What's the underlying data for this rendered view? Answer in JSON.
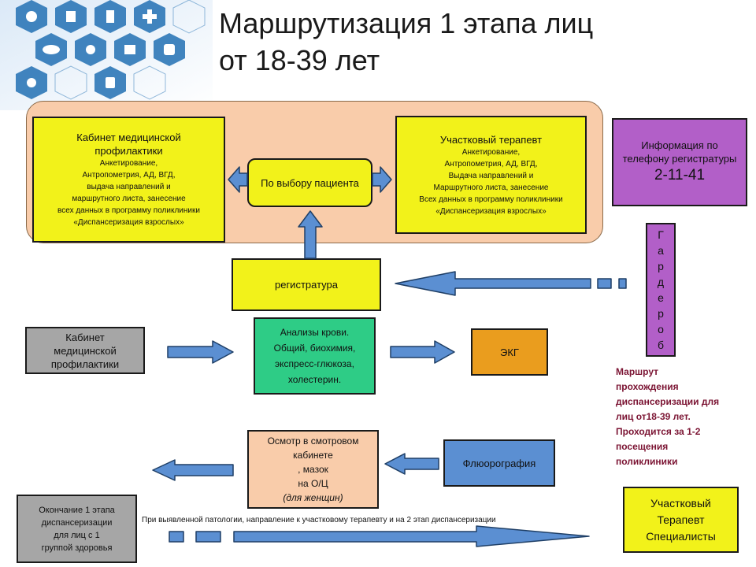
{
  "title": {
    "line1": "Маршрутизация 1 этапа лиц",
    "line2": "от 18-39 лет"
  },
  "boxes": {
    "cabinet_top": {
      "title_lines": [
        "Кабинет медицинской",
        "профилактики"
      ],
      "body_lines": [
        "Анкетирование,",
        "Антропометрия, АД, ВГД,",
        "выдача направлений и",
        "маршрутного листа, занесение",
        "всех данных в программу поликлиники",
        "«Диспансеризация взрослых»"
      ]
    },
    "choice": {
      "label": "По выбору пациента"
    },
    "therapist_top": {
      "title_lines": [
        "Участковый терапевт"
      ],
      "body_lines": [
        "Анкетирование,",
        "Антропометрия, АД, ВГД,",
        "Выдача направлений и",
        "Маршрутного листа, занесение",
        "Всех данных в программу поликлиники",
        "«Диспансеризация взрослых»"
      ]
    },
    "info": {
      "lines": [
        "Информация по",
        "телефону регистратуры"
      ],
      "phone": "2-11-41"
    },
    "wardrobe": {
      "letters": [
        "Г",
        "а",
        "р",
        "д",
        "е",
        "р",
        "о",
        "б"
      ]
    },
    "registry": {
      "label": "регистратура"
    },
    "cabinet_left": {
      "lines": [
        "Кабинет",
        "медицинской",
        "профилактики"
      ]
    },
    "blood": {
      "lines": [
        "Анализы крови.",
        "Общий, биохимия,",
        "экспресс-глюкоза,",
        "холестерин."
      ]
    },
    "ecg": {
      "label": "ЭКГ"
    },
    "exam": {
      "lines": [
        "Осмотр в смотровом",
        "кабинете",
        ", мазок",
        "на О/Ц"
      ],
      "italic": "(для женщин)"
    },
    "fluoro": {
      "label": "Флюорография"
    },
    "end": {
      "lines": [
        "Окончание 1 этапа",
        "диспансеризации",
        "для лиц с 1",
        "группой здоровья"
      ]
    },
    "specialists": {
      "lines": [
        "Участковый",
        "Терапевт",
        "Специалисты"
      ]
    }
  },
  "note": {
    "lines": [
      "Маршрут",
      "прохождения",
      "диспансеризации для",
      "лиц от18-39 лет.",
      "Проходится за 1-2",
      "посещения",
      "поликлиники"
    ]
  },
  "pathology_text": "При выявленной патологии, направление к участковому терапевту и на 2 этап диспансеризации",
  "colors": {
    "arrow": "#5b8fd2",
    "yellow": "#f2f21a",
    "peach": "#f9ccaa",
    "violet": "#b25fc8",
    "green": "#2ecc86",
    "orange": "#ea9d1e",
    "gray": "#a6a6a6",
    "note": "#7b1433"
  }
}
